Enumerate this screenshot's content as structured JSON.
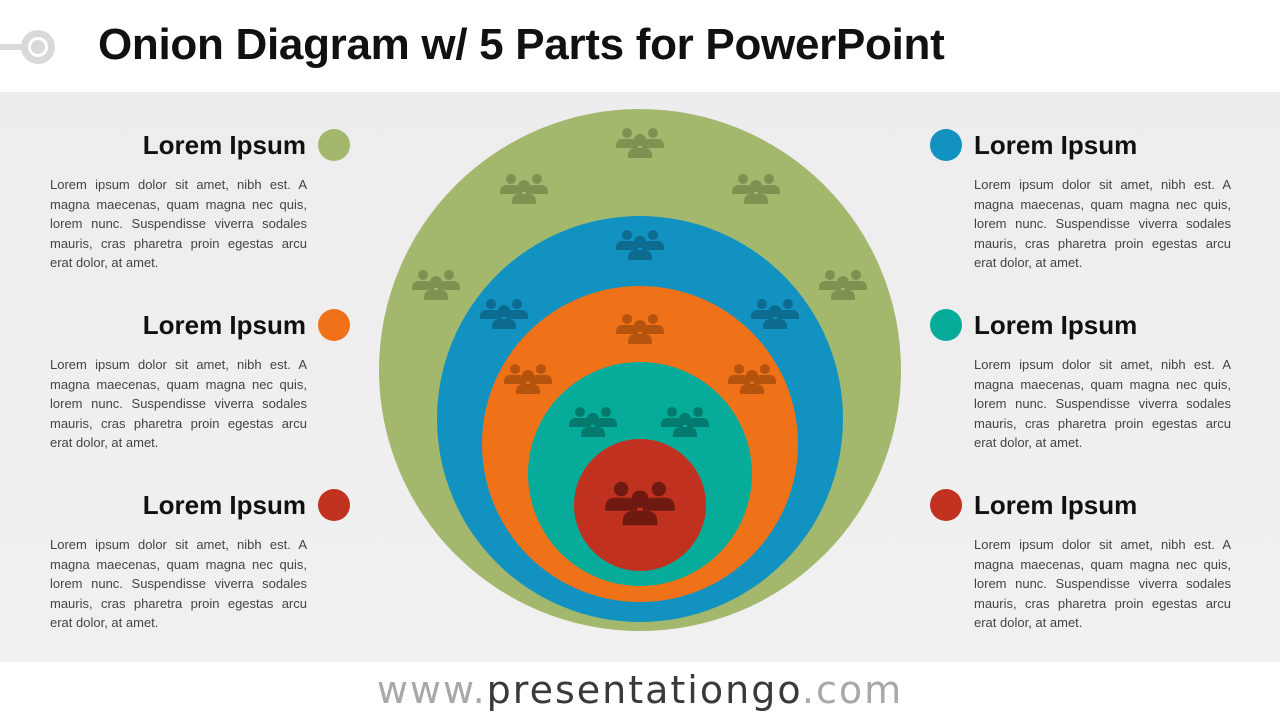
{
  "title": "Onion Diagram w/ 5 Parts for PowerPoint",
  "colors": {
    "green": "#a3b86c",
    "blue": "#1192c1",
    "orange": "#f07218",
    "teal": "#06ab9a",
    "red": "#c0321f"
  },
  "left_items": [
    {
      "heading": "Lorem Ipsum",
      "color": "#a3b86c",
      "text": "Lorem ipsum dolor sit amet, nibh est. A magna maecenas, quam magna nec quis, lorem nunc. Suspendisse viverra sodales mauris, cras pharetra proin egestas arcu erat dolor, at amet."
    },
    {
      "heading": "Lorem Ipsum",
      "color": "#f07218",
      "text": "Lorem ipsum dolor sit amet, nibh est. A magna maecenas, quam magna nec quis, lorem nunc. Suspendisse viverra sodales mauris, cras pharetra proin egestas arcu erat dolor, at amet."
    },
    {
      "heading": "Lorem Ipsum",
      "color": "#c0321f",
      "text": "Lorem ipsum dolor sit amet, nibh est. A magna maecenas, quam magna nec quis, lorem nunc. Suspendisse viverra sodales mauris, cras pharetra proin egestas arcu erat dolor, at amet."
    }
  ],
  "right_items": [
    {
      "heading": "Lorem Ipsum",
      "color": "#1192c1",
      "text": "Lorem ipsum dolor sit amet, nibh est. A magna maecenas, quam magna nec quis, lorem nunc. Suspendisse viverra sodales mauris, cras pharetra proin egestas arcu erat dolor, at amet."
    },
    {
      "heading": "Lorem Ipsum",
      "color": "#06ab9a",
      "text": "Lorem ipsum dolor sit amet, nibh est. A magna maecenas, quam magna nec quis, lorem nunc. Suspendisse viverra sodales mauris, cras pharetra proin egestas arcu erat dolor, at amet."
    },
    {
      "heading": "Lorem Ipsum",
      "color": "#c0321f",
      "text": "Lorem ipsum dolor sit amet, nibh est. A magna maecenas, quam magna nec quis, lorem nunc. Suspendisse viverra sodales mauris, cras pharetra proin egestas arcu erat dolor, at amet."
    }
  ],
  "onion_layers": [
    {
      "color": "#a3b86c",
      "icon_color": "#7f9151",
      "icon": "people-group-icon",
      "icon_count": 5
    },
    {
      "color": "#1192c1",
      "icon_color": "#0c6b8f",
      "icon": "people-group-icon",
      "icon_count": 3
    },
    {
      "color": "#f07218",
      "icon_color": "#b5540f",
      "icon": "people-group-icon",
      "icon_count": 3
    },
    {
      "color": "#06ab9a",
      "icon_color": "#047a6e",
      "icon": "people-group-icon",
      "icon_count": 2
    },
    {
      "color": "#c0321f",
      "icon_color": "#6e1a10",
      "icon": "people-group-icon",
      "icon_count": 1
    }
  ],
  "footer": {
    "prefix": "www.",
    "brand": "presentationgo",
    "suffix": ".com"
  }
}
